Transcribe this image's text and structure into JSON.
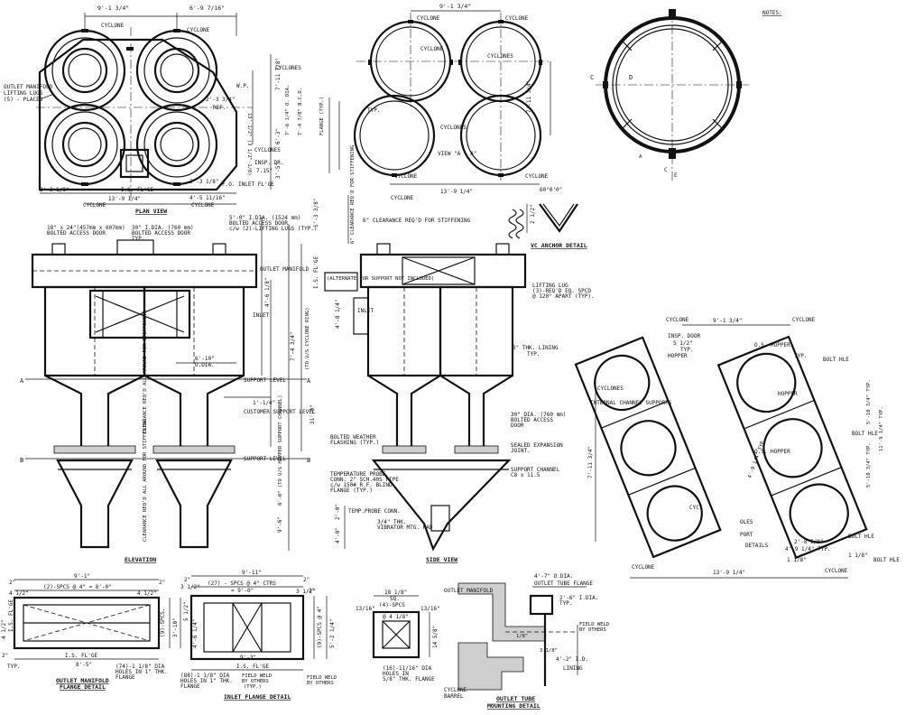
{
  "plan_view": {
    "title": "PLAN VIEW",
    "dim_top_left": "9'-1 3/4\"",
    "dim_top_right": "6'-9 7/16\"",
    "label_cyclone_top_left": "CYCLONE",
    "label_cyclone_top_right": "CYCLONE",
    "label_cyclones_right": "CYCLONES",
    "outlet_manifold_label": "OUTLET MANIFOLD",
    "lifting_lugs_label": "LIFTING LUGS",
    "lifting_lugs_qty": "(5) - PLACES",
    "dim_2_3_3_4": "2'-3 3/4\"",
    "dim_ref": "REF.",
    "dim_wp": "W.P.",
    "dim_7_11_7_8": "7'-11 7/8\"",
    "dim_13_1_2": "13'-1/2\" (3 1/2\"-1/8)",
    "dim_6_3": "6'-3\"",
    "dim_3_5": "3'-5\"",
    "label_cyclones_lower": "CYCLONES",
    "label_insp_dr": "INSP. DR.",
    "dim_7_15": "7.15\"",
    "dim_2_3_1_8_left": "2'-3 1/8\"",
    "dim_13_9_1_4": "13'-9 1/4\"",
    "dim_2_3_1_8_right": "2'-3 1/8\"",
    "dim_4_5_11_16": "4'-5 11/16\"",
    "is_flge_label": "I.S. FL'GE",
    "fo_inlet_flge": "F.O. INLET FL'GE",
    "label_cyclone_bottom_left": "CYCLONE",
    "label_cyclone_bottom_right": "CYCLONE"
  },
  "view_a": {
    "title": "VIEW \"A - A\"",
    "dim_top": "9'-1 3/4\"",
    "label_cyclone_tl": "CYCLONE",
    "label_cyclone_tr": "CYCLONE",
    "label_cyclones": "CYCLONES",
    "label_cyclone_mid": "CYCLONE",
    "label_cyclones_mid": "CYCLONES",
    "label_typ": "TYP.",
    "dim_7_11_3_4": "7'-11 3/4\"",
    "dim_7_6_dia": "7'-6 1/4\" O. DIA.",
    "dim_7_4_8": "7'-4 7/8\" B.C.D.",
    "dim_flange": "FLANGE (TYP.)",
    "dim_13_9_1_4": "13'-9 1/4\"",
    "label_cyclone_bl": "CYCLONE",
    "label_cyclone_br": "CYCLONE",
    "label_c_marks": "CYCLONE"
  },
  "ring_view": {
    "notes_label": "NOTES:",
    "mark_c": "C",
    "mark_d": "D",
    "mark_a": "A",
    "mark_c_bottom": "C",
    "mark_e": "E"
  },
  "elevation": {
    "title": "ELEVATION",
    "access_door_18": "18\" x 24\"(457mm x 607mm)",
    "access_door_18_b": "BOLTED ACCESS DOOR",
    "access_door_30": "30\" I.DIA. (760 mm)",
    "access_door_30_b": "BOLTED ACCESS DOOR",
    "access_door_30_c": "TYP.",
    "dim_5_0": "5'-0\" I.DIA. (1524 mm)",
    "dim_5_0_b": "BOLTED ACCESS DOOR",
    "dim_5_0_c": "c/w (2)-LIFTING LUGS (TYP.)",
    "dim_1_3_3_8": "1'-3 3/8\"",
    "outlet_manifold": "OUTLET MANIFOLD",
    "label_inlet": "INLET",
    "dim_6_10": "6'-10\"",
    "dim_6_10_b": "O.DIA.",
    "support_level": "SUPPORT LEVEL",
    "dim_1_1_4": "1'-1/4\"",
    "customer_support": "CUSTOMER SUPPORT LEVEL",
    "clearance_1": "CLEARANCE REQ'D ALL AROUND FOR STIFFENING",
    "support_level_b": "SUPPORT LEVEL",
    "clearance_2": "CLEARANCE REQ'D ALL AROUND FOR STIFFENING",
    "dim_7_4_3_4": "7'-4 3/4\"",
    "dim_31_0": "31'-0\"",
    "dim_8_0": "8'-0\" (TO U/S HOPPER SUPPORT CHANNEL)",
    "dim_9_6": "9'-6\"",
    "dim_ring": "(TO U/S CYCLONE RING)",
    "dim_4_6_1_8": "4'-6 1/8\"",
    "mark_a_left": "A",
    "mark_a_right": "A",
    "mark_b_left": "B",
    "mark_b_right": "B",
    "is_flge": "I.S. FL'GE"
  },
  "side_view": {
    "title": "SIDE VIEW",
    "clearance": "6\" CLEARANCE REQ'D FOR STIFFENING",
    "clearance_vert": "6\" CLEARANCE REQ'D FOR STIFFENING",
    "lifting_lug": "LIFTING LUG",
    "lifting_lug_b": "(3)-REQ'D EQ. SPCD",
    "lifting_lug_c": "@ 120° APART (TYP).",
    "dim_4_8_1_4": "4'-8 1/4\"",
    "label_inlet": "INLET",
    "lining": "3\" THK. LINING",
    "lining_b": "TYP.",
    "door_30": "30\" DIA. (760 mm)",
    "door_30_b": "BOLTED ACCESS",
    "door_30_c": "DOOR",
    "bolted_weather": "BOLTED WEATHER",
    "bolted_weather_b": "FLASHING (TYP.)",
    "sealed_exp": "SEALED EXPANSION",
    "sealed_exp_b": "JOINT.",
    "support_channel": "SUPPORT CHANNEL",
    "support_channel_b": "C8 x 11.5",
    "temp_probe": "TEMPERATURE PROBE",
    "temp_probe_b": "CONN. 2\" SCH.40S PIPE",
    "temp_probe_c": "c/w 150# R.F. BLIND",
    "temp_probe_d": "FLANGE (TYP.)",
    "temp_probe_conn": "TEMP.PROBE CONN.",
    "vibrator": "3/4\" THK.",
    "vibrator_b": "VIBRATOR MTG. PAD",
    "dim_4_0": "4'-0\"",
    "dim_2_0": "2'-0\"",
    "by_others": "(ALTERNATE FOR SUPPORT NOT INCLUDED)"
  },
  "vc_anchor": {
    "title": "VC ANCHOR DETAIL",
    "angle": "60°0'0\"",
    "dim_2_1_2": "2 1/2\""
  },
  "inclined": {
    "cyclone_top_l": "CYCLONE",
    "cyclone_top_r": "CYCLONE",
    "dim_top": "9'-1 3/4\"",
    "insp_door": "INSP. DOOR",
    "dim_5_1_2": "5 1/2\"",
    "typ": "TYP.",
    "hopper": "HOPPER",
    "os_hopper": "O.S. HOPPER",
    "bolt_hole": "BOLT HLE",
    "cyclones": "CYCLONES",
    "internal_channel": "INTERNAL CHANNEL SUPPORTS",
    "dim_7_11_3_4": "7'-11 3/4\"",
    "hopper_2": "HOPPER",
    "bolt_hole_2": "BOLT HLE",
    "dim_5_10": "5'-10 3/4\" TYP.",
    "dim_11_9": "11'-9 1/4\" TYP.",
    "dim_5_10_b": "5'-10 3/4\" TYP.",
    "os_hopper_b": "O.S. HOPPER",
    "dim_2_8_5_8": "2'-8 5/8\"",
    "dim_4_9": "4'-9 1/4\" TYP.",
    "dim_4_9_b": "4'-9 1/4\" TYP.",
    "bolt_hole_3": "BOLT HLE",
    "dim_1_1_8_a": "1 1/8\"",
    "dim_1_1_8_b": "1 1/8\"",
    "bolt_hole_4": "BOLT HLE",
    "cyc": "CYC",
    "details": "DETAILS",
    "support": "PORT",
    "oles": "OLES",
    "cyclone_bot_l": "CYCLONE",
    "cyclone_bot_r": "CYCLONE",
    "dim_13_9": "13'-9 1/4\"",
    "typ_b": "TYP."
  },
  "outlet_manifold_detail": {
    "title": "OUTLET MANIFOLD",
    "title_b": "FLANGE DETAIL",
    "dim_9_1": "9'-1\"",
    "dim_2a": "2\"",
    "dim_2b": "2\"",
    "spcs": "(2)-SPCS @ 4\" = 8'-0\"",
    "dim_4_1_2_a": "4 1/2\"",
    "dim_4_1_2_b": "4 1/2\"",
    "dim_3_10": "3'-10\"",
    "spcs_v": "(9)-SPCS.",
    "dim_4_1_2_c": "4 1/2\"",
    "dim_2c": "2\"",
    "typ": "TYP.",
    "is_flge": "I.S. FL'GE",
    "is_flge_b": "I.S. FL'GE",
    "dim_8_5": "8'-5\"",
    "holes": "(74)-1 1/8\" DIA",
    "holes_b": "HOLES IN 1\" THK.",
    "holes_c": "FLANGE"
  },
  "inlet_flange_detail": {
    "title": "INLET FLANGE DETAIL",
    "dim_9_11": "9'-11\"",
    "dim_2a": "2\"",
    "dim_2b": "2\"",
    "spcs": "(27) - SPCS @ 4\" CTRS",
    "spcs_b": "= 9'-0\"",
    "dim_3_1_2_a": "3 1/2\"",
    "dim_3_1_2_b": "3 1/2\"",
    "dim_5_1_2": "5 1/2\"",
    "dim_4_6": "4'-6 1/4\"",
    "dim_5_2": "5'-2 1/4\"",
    "spcs_v": "(9)-SPCS @ 4\"",
    "dim_2c": "2\"",
    "dim_9_3": "9'-3\"",
    "is_flge": "I.S. FL'GE",
    "holes": "(88)-1 1/8\" DIA",
    "holes_b": "HOLES IN 1\" THK.",
    "holes_c": "FLANGE",
    "field_weld": "FIELD WELD",
    "by_others": "BY OTHERS",
    "typ": "(TYP.)",
    "field_weld_2": "FIELD WELD",
    "by_others_2": "BY OTHERS"
  },
  "small_flange": {
    "dim_18_1_8": "18 1/8\"",
    "dim_sq": "SQ.",
    "dim_13_16_a": "13/16\"",
    "dim_13_16_b": "13/16\"",
    "spcs": "(4)-SPCS",
    "spcs_b": "@ 4 1/8\"",
    "dim_14_5": "14 5/8\"",
    "holes": "(16)-11/16\" DIA",
    "holes_b": "HOLES IN",
    "holes_c": "5/8\" THK. FLANGE"
  },
  "outlet_tube": {
    "title": "OUTLET TUBE",
    "title_b": "MOUNTING DETAIL",
    "outlet_manifold": "OUTLET MANIFOLD",
    "dim_4_7": "4'-7\" O.DIA.",
    "flange": "OUTLET TUBE FLANGE",
    "dim_2_6": "2'-6\" I.DIA.",
    "typ": "TYP.",
    "field_weld": "FIELD WELD",
    "by_others": "BY OTHERS",
    "dim_4_2": "4'-2\" I.D.",
    "lining": "LINING",
    "cyclone": "CYCLONE",
    "barrel": "BARREL",
    "dim_3_1_8": "3 1/8\"",
    "dim_1_8": "1/8\""
  }
}
